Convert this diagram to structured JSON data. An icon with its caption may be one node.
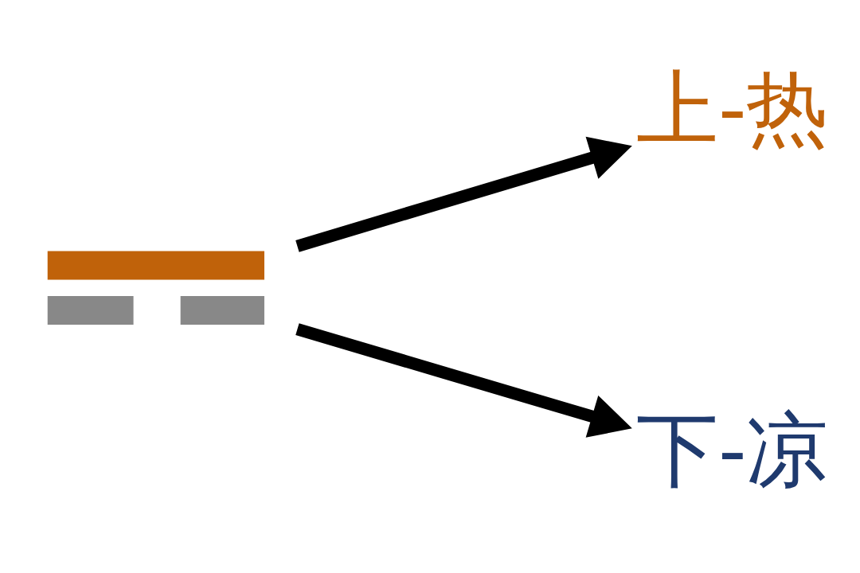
{
  "diagram": {
    "nodes": [
      {
        "text": [],
        "shape": "picture"
      },
      {
        "text": [
          "上-热"
        ]
      },
      {
        "text": [
          "下-凉"
        ]
      }
    ],
    "edges": [
      {
        "from": 0,
        "to": 1,
        "arrow": "to"
      },
      {
        "from": 0,
        "to": 2,
        "arrow": "to"
      }
    ]
  }
}
